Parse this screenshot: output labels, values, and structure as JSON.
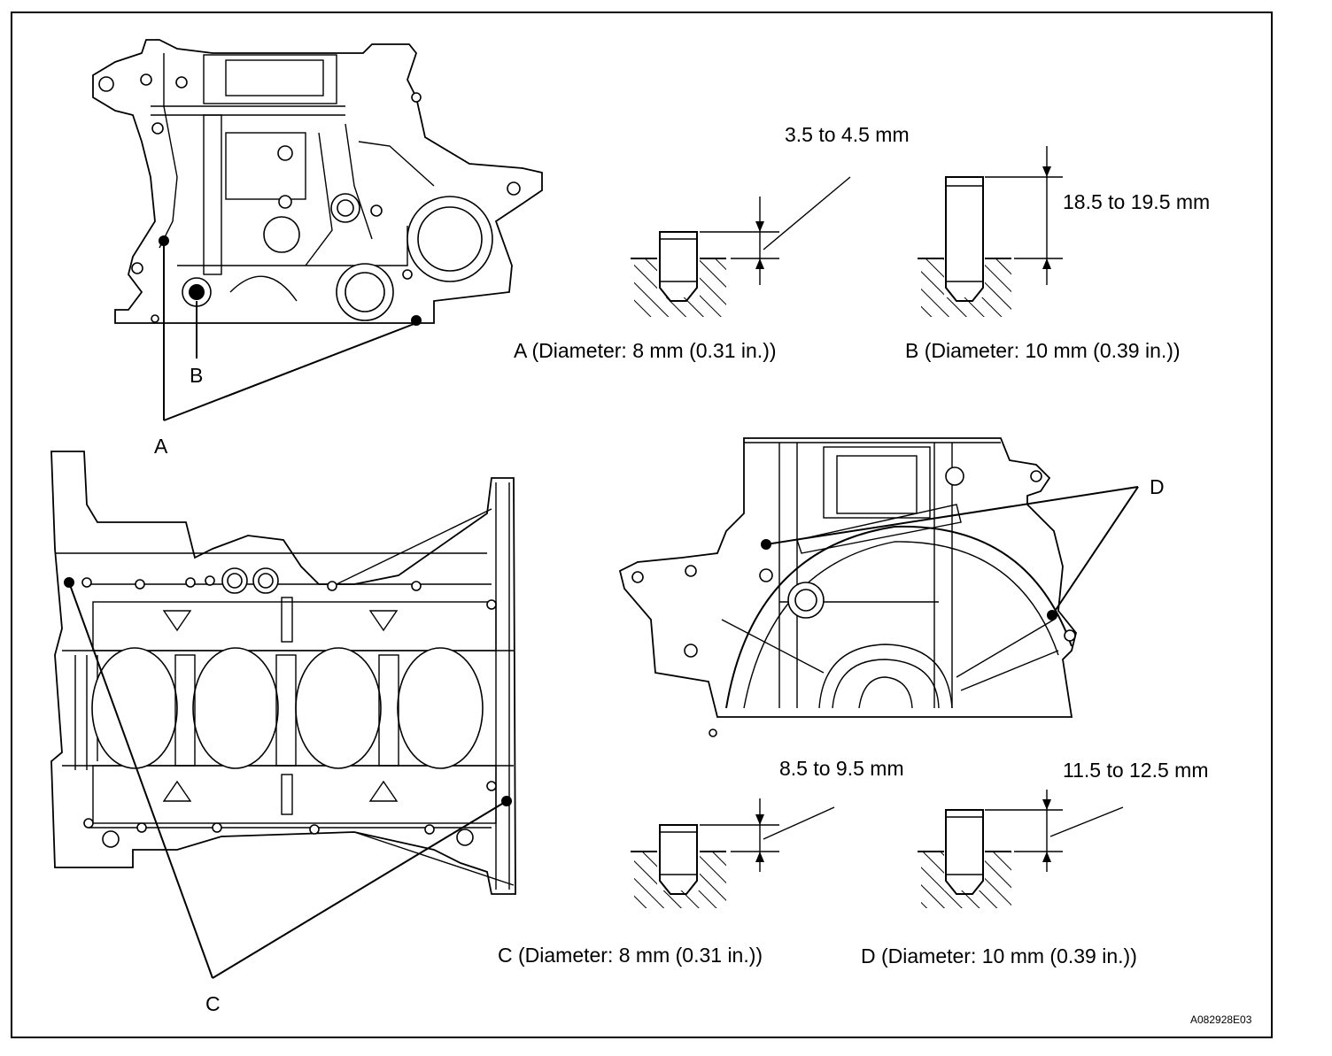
{
  "labels": {
    "a": "A",
    "b": "B",
    "c": "C",
    "d": "D"
  },
  "dimensions": {
    "a": "3.5 to 4.5 mm",
    "b": "18.5 to 19.5 mm",
    "c": "8.5 to 9.5 mm",
    "d": "11.5 to 12.5 mm"
  },
  "captions": {
    "a": "A (Diameter: 8 mm (0.31 in.))",
    "b": "B (Diameter: 10 mm (0.39 in.))",
    "c": "C (Diameter: 8 mm (0.31 in.))",
    "d": "D (Diameter: 10 mm (0.39 in.))"
  },
  "figure_code": "A082928E03"
}
